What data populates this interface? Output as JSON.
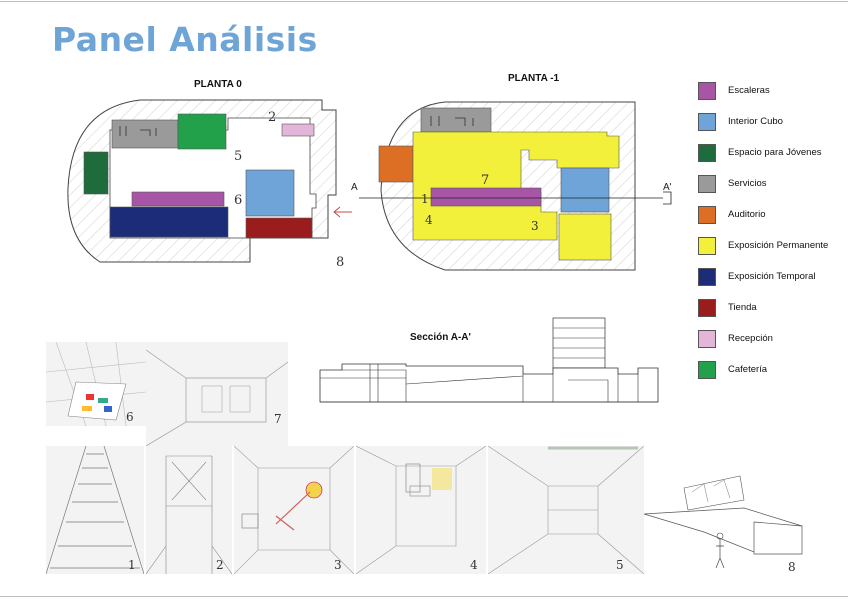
{
  "title": "Panel Análisis",
  "plans": {
    "planta0": "PLANTA 0",
    "planta1": "PLANTA -1",
    "seccion": "Sección A-A'",
    "section_a": "A",
    "section_a2": "A'"
  },
  "plan_numbers": {
    "p0_2": "2",
    "p0_5": "5",
    "p0_6": "6",
    "p0_8": "8",
    "p1_7": "7",
    "p1_1": "1",
    "p1_4": "4",
    "p1_3": "3"
  },
  "legend": [
    {
      "label": "Escaleras",
      "color": "#a855a8"
    },
    {
      "label": "Interior Cubo",
      "color": "#6fa4d8"
    },
    {
      "label": "Espacio para Jóvenes",
      "color": "#1e6b3c"
    },
    {
      "label": "Servicios",
      "color": "#9a9a9a"
    },
    {
      "label": "Auditorio",
      "color": "#dc6f24"
    },
    {
      "label": "Exposición Permanente",
      "color": "#f2f03a"
    },
    {
      "label": "Exposición Temporal",
      "color": "#1c2c78"
    },
    {
      "label": "Tienda",
      "color": "#9b1c1c"
    },
    {
      "label": "Recepción",
      "color": "#e2b6d8"
    },
    {
      "label": "Cafetería",
      "color": "#22a04a"
    }
  ],
  "sketch_numbers": {
    "s6": "6",
    "s7": "7",
    "s1": "1",
    "s2": "2",
    "s3": "3",
    "s4": "4",
    "s5": "5",
    "s8": "8"
  }
}
